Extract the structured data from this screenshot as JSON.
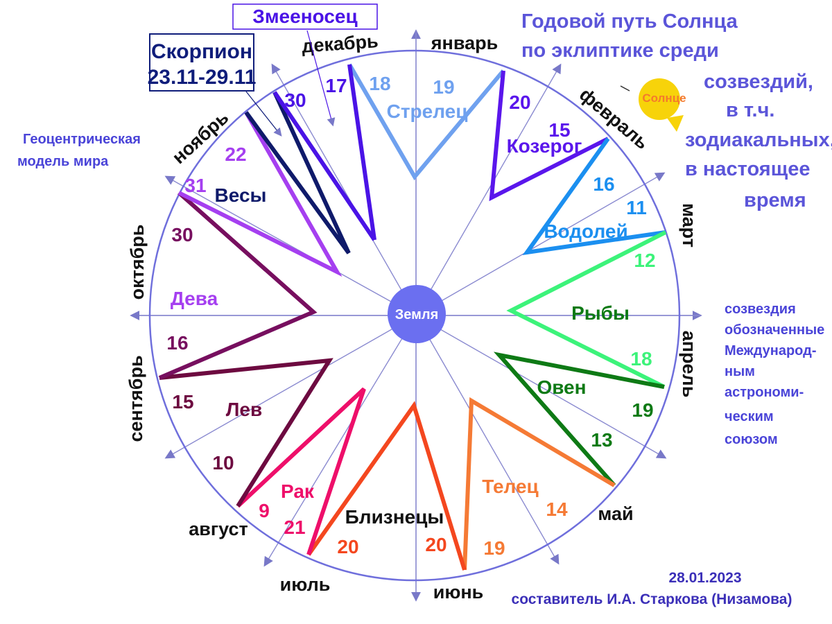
{
  "title_lines": [
    "Годовой путь Солнца",
    "по эклиптике среди",
    "созвездий,",
    "в т.ч.",
    "зодиакальных,",
    "в настоящее",
    "время"
  ],
  "sun_label": "Солнце",
  "left_note": [
    "Геоцентрическая",
    "модель мира"
  ],
  "right_note": [
    "созвездия",
    "обозначенные",
    "Международ-",
    "ным",
    "астрономи-",
    "ческим",
    "союзом"
  ],
  "earth_label": "Земля",
  "ophiuchus_label": "Змееносец",
  "scorpio_box": [
    "Скорпион",
    "23.11-29.11"
  ],
  "months": {
    "jan": "январь",
    "feb": "февраль",
    "mar": "март",
    "apr": "апрель",
    "may": "май",
    "jun": "июнь",
    "jul": "июль",
    "aug": "август",
    "sep": "сентябрь",
    "oct": "октябрь",
    "nov": "ноябрь",
    "dec": "декабрь"
  },
  "constellations": {
    "sagittarius": "Стрелец",
    "capricorn": "Козерог",
    "aquarius": "Водолей",
    "pisces": "Рыбы",
    "aries": "Овен",
    "taurus": "Телец",
    "gemini": "Близнецы",
    "cancer": "Рак",
    "leo": "Лев",
    "virgo": "Дева",
    "libra": "Весы"
  },
  "dates": {
    "d17": "17",
    "d18": "18",
    "d19_jan": "19",
    "d20_jan": "20",
    "d15_feb": "15",
    "d16_feb": "16",
    "d11_mar": "11",
    "d12_mar": "12",
    "d18_apr": "18",
    "d19_apr": "19",
    "d13_may": "13",
    "d14_may": "14",
    "d19_jun": "19",
    "d20_jun": "20",
    "d20_jul": "20",
    "d21_jul": "21",
    "d9_aug": "9",
    "d10_aug": "10",
    "d15_sep": "15",
    "d16_sep": "16",
    "d30_oct": "30",
    "d31_oct": "31",
    "d22_nov": "22",
    "d30_nov": "30"
  },
  "credit_date": "28.01.2023",
  "credit_author": "составитель И.А. Старкова (Низамова)",
  "colors": {
    "circle": "#6f6fdc",
    "earth": "#6b6ff0",
    "axis": "#7878c8",
    "sagittarius": "#6fa1ef",
    "capricorn": "#5a16ec",
    "aquarius": "#1b8ff0",
    "pisces": "#3cf37a",
    "aries": "#0e7a15",
    "taurus": "#f57a35",
    "gemini": "#f4471f",
    "cancer": "#ee0f6a",
    "leo": "#6d0a40",
    "virgo": "#770f5f",
    "libra": "#a53ff0",
    "scorpio": "#0f1a6a",
    "ophiuchus": "#4a13e6"
  }
}
